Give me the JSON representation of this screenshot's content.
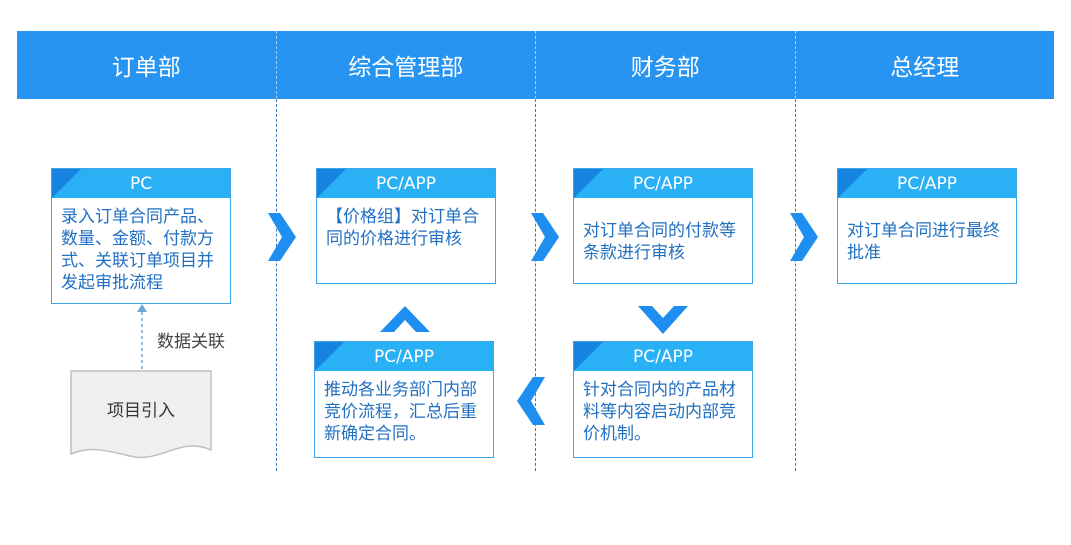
{
  "lanes": [
    "订单部",
    "综合管理部",
    "财务部",
    "总经理"
  ],
  "cards": {
    "order_entry": {
      "platform": "PC",
      "text": "录入订单合同产品、数量、金额、付款方式、关联订单项目并发起审批流程"
    },
    "price_review": {
      "platform": "PC/APP",
      "text": "【价格组】对订单合同的价格进行审核"
    },
    "payment_review": {
      "platform": "PC/APP",
      "text": "对订单合同的付款等条款进行审核"
    },
    "final_approval": {
      "platform": "PC/APP",
      "text": "对订单合同进行最终批准"
    },
    "bidding_start": {
      "platform": "PC/APP",
      "text": "针对合同内的产品材料等内容启动内部竞价机制。"
    },
    "bidding_process": {
      "platform": "PC/APP",
      "text": "推动各业务部门内部竞价流程，汇总后重新确定合同。"
    }
  },
  "source": {
    "label": "项目引入",
    "link_label": "数据关联"
  },
  "colors": {
    "header": "#2694f0",
    "card_head": "#2ab0f4",
    "card_corner": "#1783e0",
    "card_text": "#2270c2",
    "arrow": "#1e8ff0"
  }
}
